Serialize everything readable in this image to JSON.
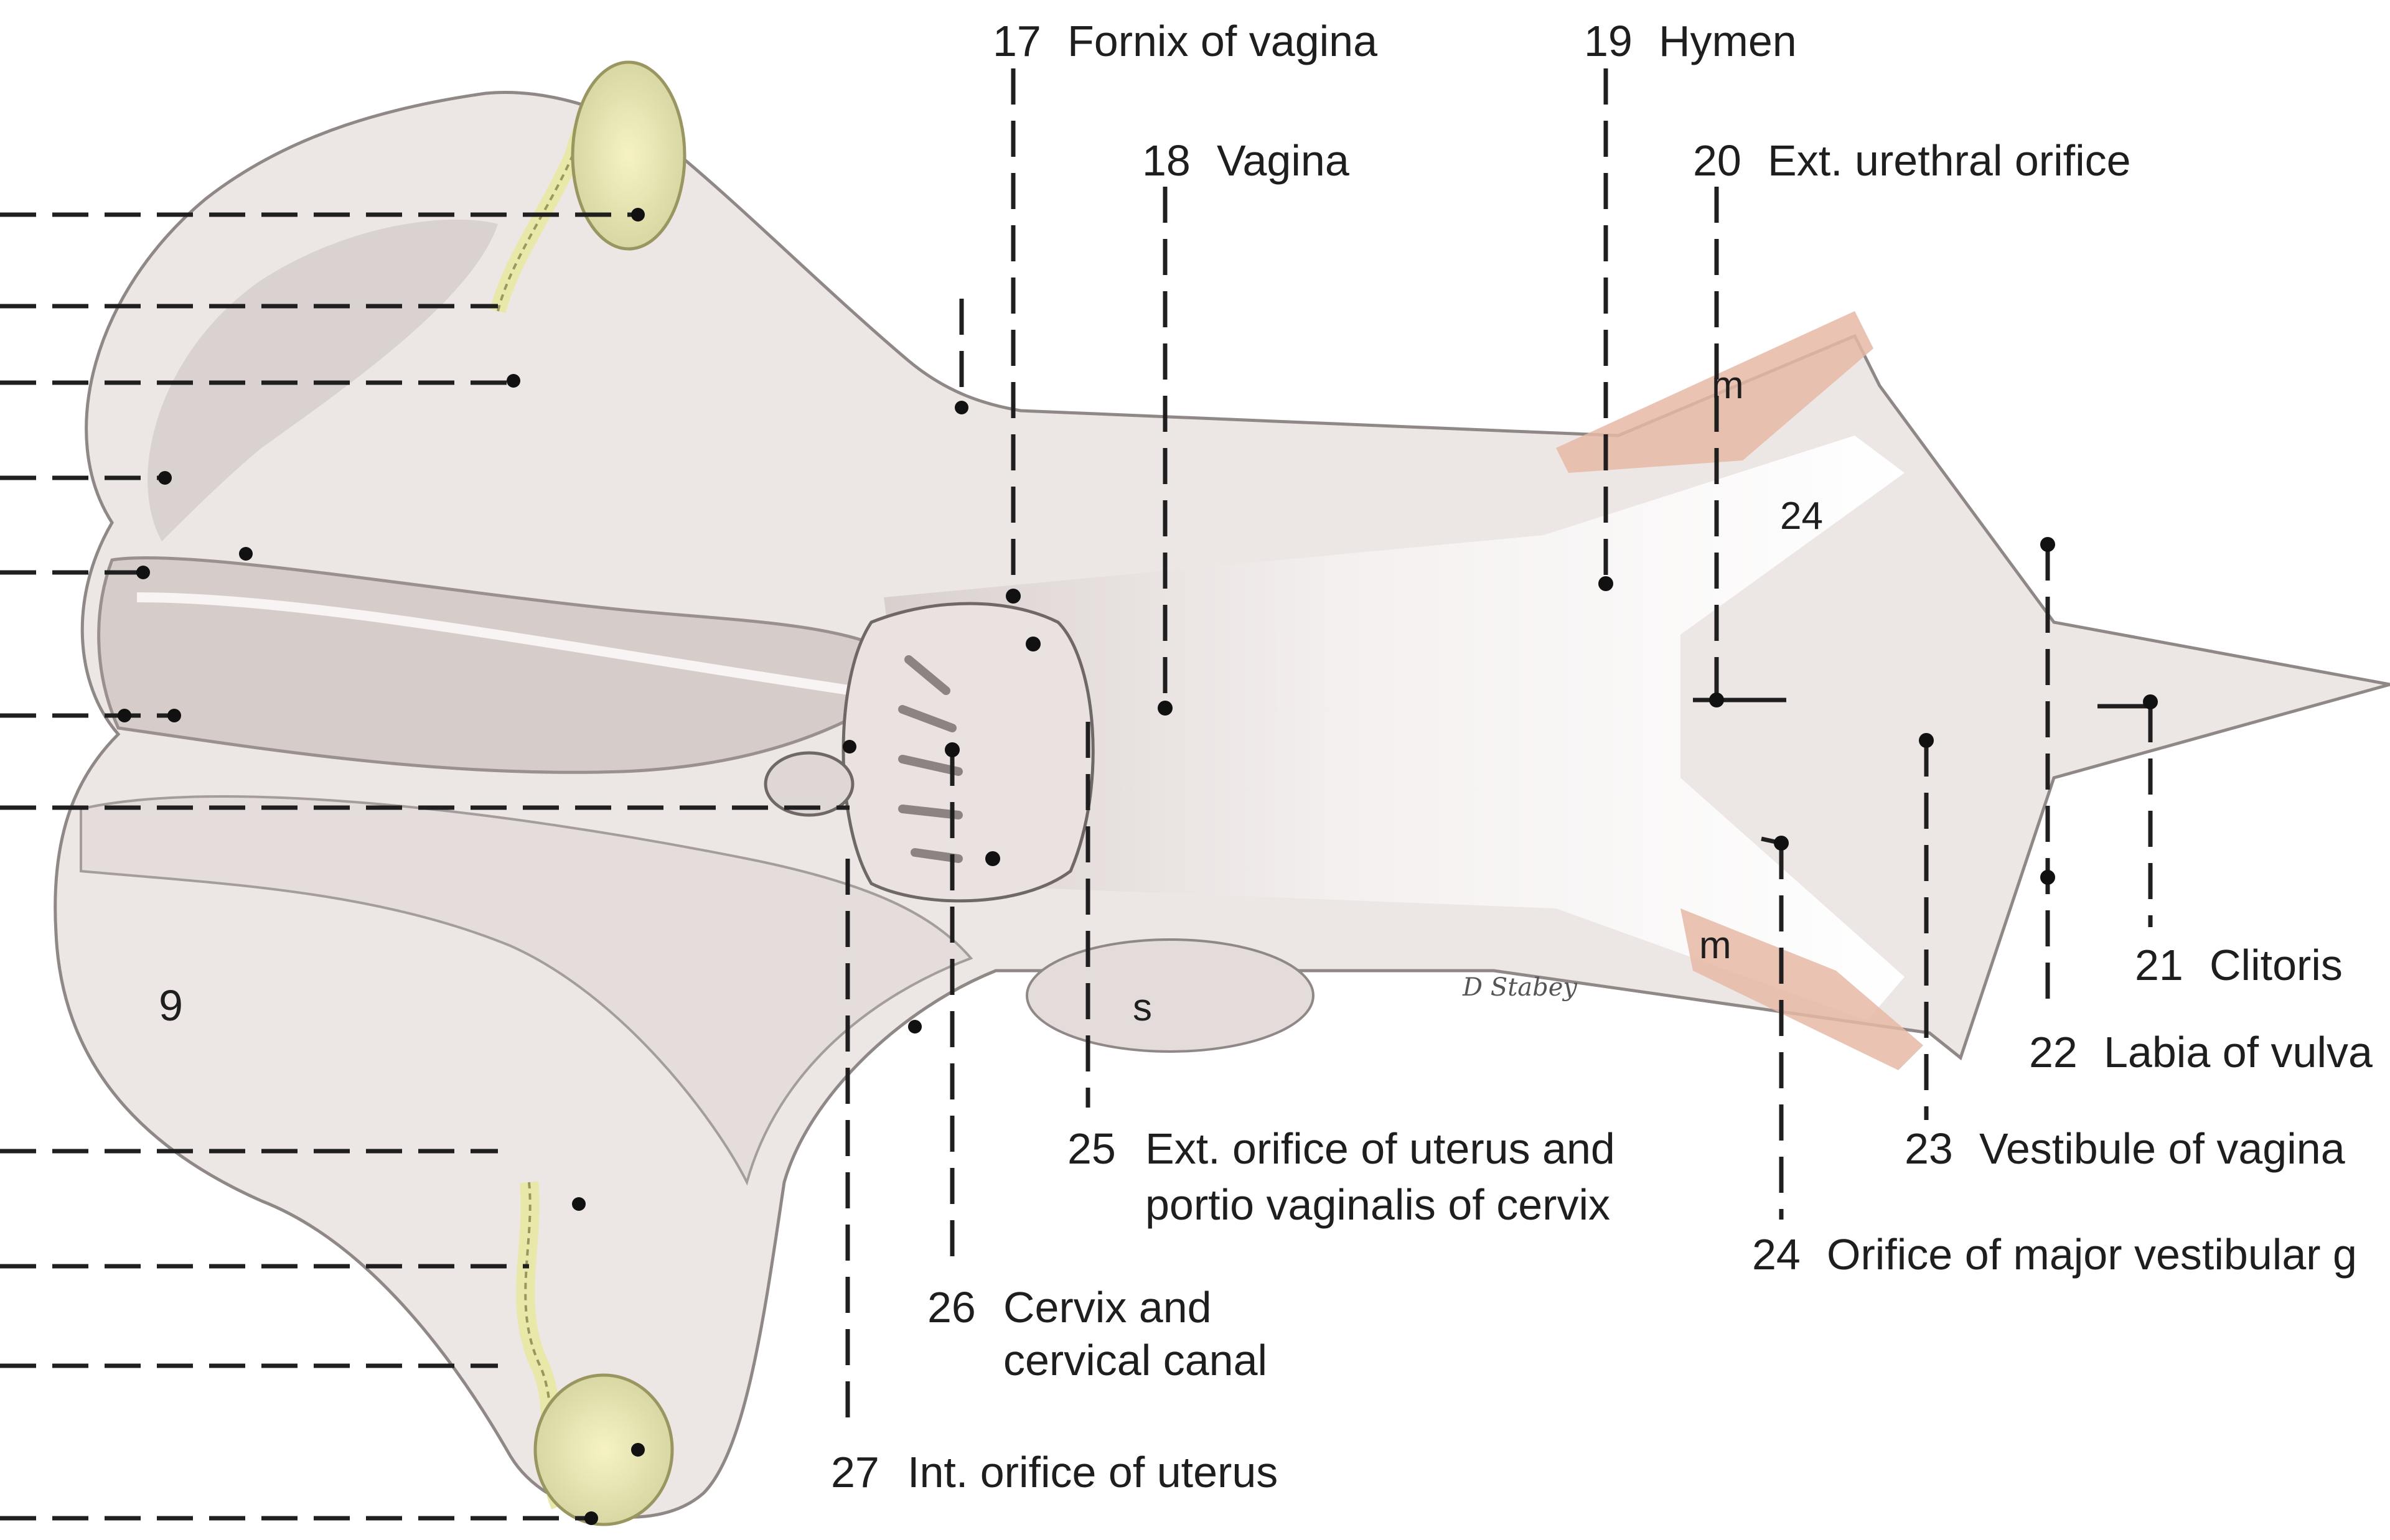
{
  "labels": {
    "l17": {
      "num": "17",
      "text": "Fornix of vagina"
    },
    "l18": {
      "num": "18",
      "text": "Vagina"
    },
    "l19": {
      "num": "19",
      "text": "Hymen"
    },
    "l20": {
      "num": "20",
      "text": "Ext. urethral orifice"
    },
    "l21": {
      "num": "21",
      "text": "Clitoris"
    },
    "l22": {
      "num": "22",
      "text": "Labia of vulva"
    },
    "l23": {
      "num": "23",
      "text": "Vestibule of vagina"
    },
    "l24": {
      "num": "24",
      "text": "Orifice of major vestibular g"
    },
    "l25": {
      "num": "25",
      "line1": "Ext. orifice of uterus and",
      "line2": "portio vaginalis of cervix"
    },
    "l26": {
      "num": "26",
      "line1": "Cervix and",
      "line2": "cervical canal"
    },
    "l27": {
      "num": "27",
      "text": "Int. orifice of uterus"
    }
  },
  "figure_marks": {
    "m_upper": "m",
    "m_lower": "m",
    "s": "s",
    "nine": "9",
    "twentyfour": "24",
    "signature": "D Stabey"
  },
  "colors": {
    "tissue": "#ece6e4",
    "tissue_shade": "#d8cfcd",
    "muscle": "#e6b9a6",
    "tube": "#f3f0b9",
    "ink": "#1f1f1f"
  }
}
